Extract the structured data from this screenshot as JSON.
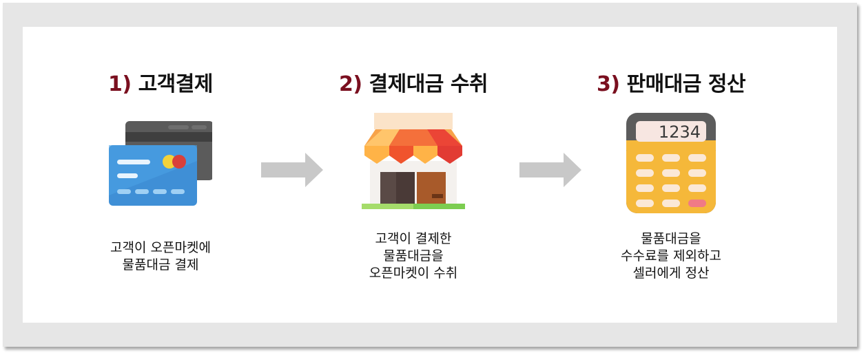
{
  "steps": [
    {
      "number": "1)",
      "title": "고객결제",
      "icon": "credit-card-icon",
      "desc_lines": [
        "고객이 오픈마켓에",
        "물품대금 결제"
      ]
    },
    {
      "number": "2)",
      "title": "결제대금 수취",
      "icon": "store-icon",
      "desc_lines": [
        "고객이 결제한",
        "물품대금을",
        "오픈마켓이 수취"
      ]
    },
    {
      "number": "3)",
      "title": "판매대금 정산",
      "icon": "calculator-icon",
      "calculator_display": "1234",
      "desc_lines": [
        "물품대금을",
        "수수료를 제외하고",
        "셀러에게 정산"
      ]
    }
  ],
  "colors": {
    "step_number": "#7a0f1f",
    "arrow": "#c8c8c8",
    "frame_background": "#e6e6e6"
  }
}
